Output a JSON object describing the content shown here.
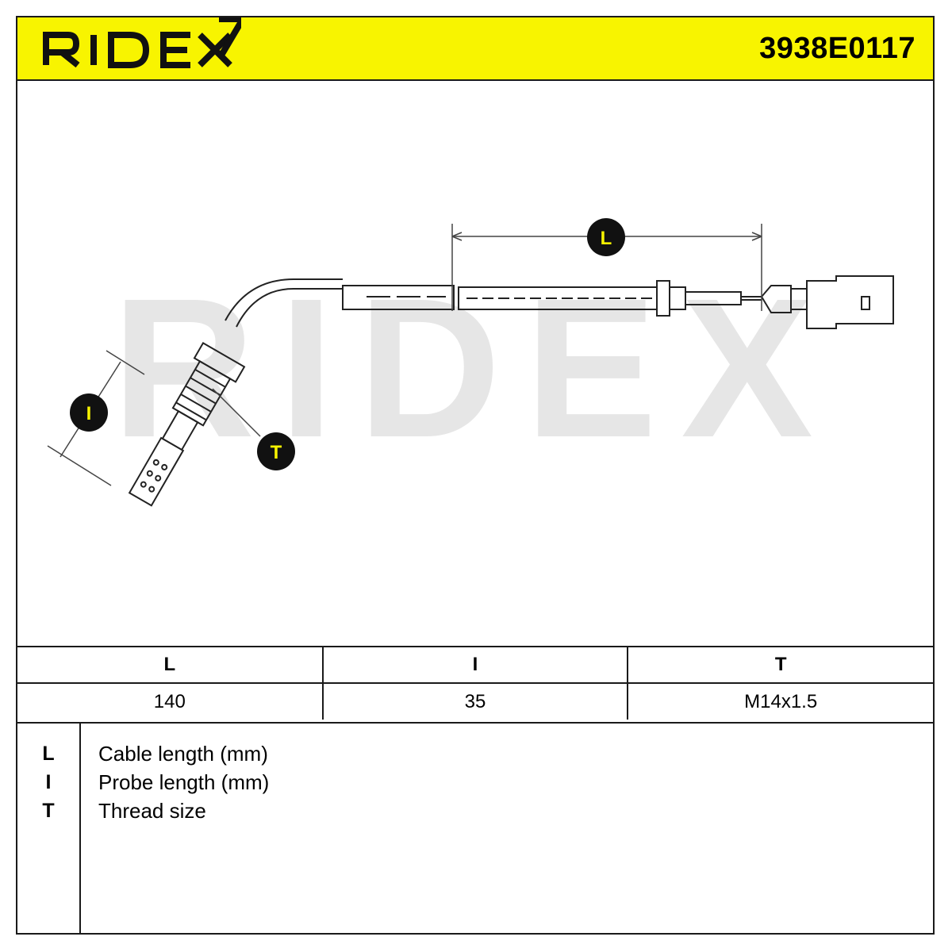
{
  "header": {
    "brand": "RIDEX",
    "part_number": "3938E0117",
    "background_color": "#f8f400"
  },
  "drawing": {
    "watermark": "RIDEX",
    "callouts": {
      "cable_length_marker": "L",
      "probe_length_marker": "I",
      "thread_marker": "T"
    }
  },
  "dimensions_table": {
    "columns": [
      "L",
      "I",
      "T"
    ],
    "values": [
      "140",
      "35",
      "M14x1.5"
    ]
  },
  "legend": {
    "items": [
      {
        "key": "L",
        "description": "Cable length (mm)"
      },
      {
        "key": "I",
        "description": "Probe length (mm)"
      },
      {
        "key": "T",
        "description": "Thread size"
      }
    ]
  }
}
